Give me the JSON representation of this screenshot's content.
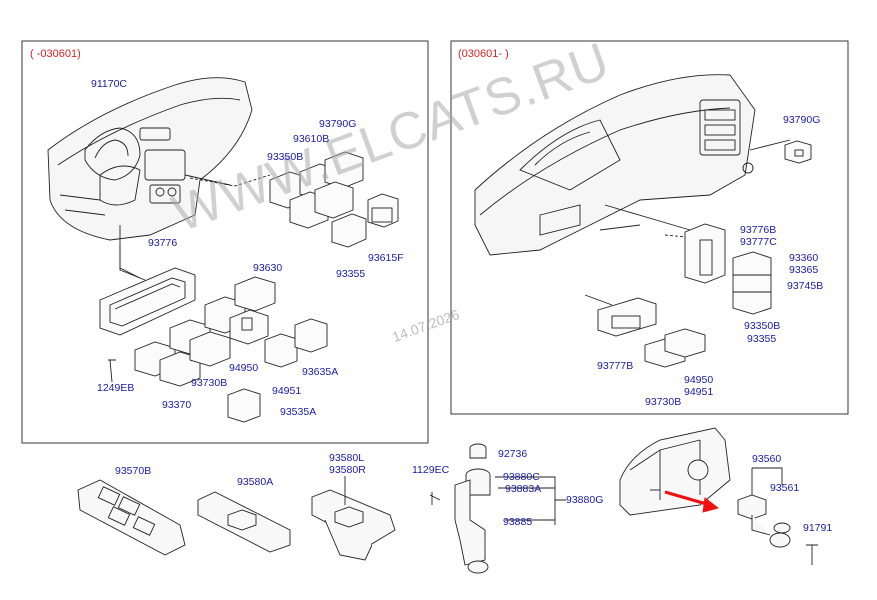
{
  "panels": {
    "left_label": "( -030601)",
    "right_label": "(030601- )"
  },
  "watermark": {
    "text": "WWW.ELCATS.RU",
    "date": "14.07.2026"
  },
  "parts": {
    "p91170C": "91170C",
    "p93790G_l": "93790G",
    "p93610B": "93610B",
    "p93350B_l": "93350B",
    "p93776_l": "93776",
    "p93630": "93630",
    "p93615F": "93615F",
    "p93355_l": "93355",
    "p94950_l": "94950",
    "p93635A": "93635A",
    "p94951_l": "94951",
    "p1249EB": "1249EB",
    "p93730B_l": "93730B",
    "p93370": "93370",
    "p93535A": "93535A",
    "p93790G_r": "93790G",
    "p93776B": "93776B",
    "p93777C": "93777C",
    "p93360": "93360",
    "p93365": "93365",
    "p93745B": "93745B",
    "p93350B_r": "93350B",
    "p93355_r": "93355",
    "p93777B": "93777B",
    "p94950_r": "94950",
    "p94951_r": "94951",
    "p93730B_r": "93730B",
    "p93570B": "93570B",
    "p93580A": "93580A",
    "p93580L": "93580L",
    "p93580R": "93580R",
    "p1129EC": "1129EC",
    "p92736": "92736",
    "p93880C": "93880C",
    "p93883A": "93883A",
    "p93880G": "93880G",
    "p93885": "93885",
    "p93560": "93560",
    "p93561": "93561",
    "p91791": "91791"
  }
}
